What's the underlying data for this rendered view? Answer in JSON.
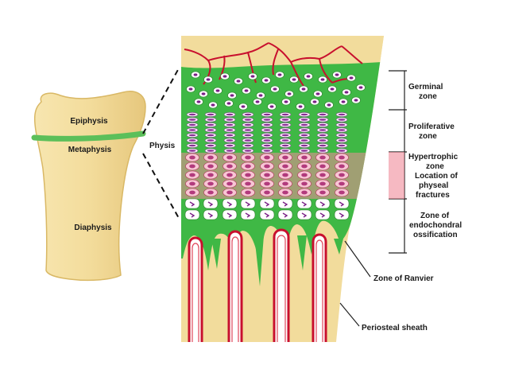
{
  "labels": {
    "epiphysis": "Epiphysis",
    "metaphysis": "Metaphysis",
    "diaphysis": "Diaphysis",
    "physis": "Physis",
    "germinal": [
      "Germinal",
      "zone"
    ],
    "proliferative": [
      "Proliferative",
      "zone"
    ],
    "hypertrophic": [
      "Hypertrophic",
      "zone"
    ],
    "fracture_location": [
      "Location of",
      "physeal",
      "fractures"
    ],
    "endochondral": [
      "Zone of",
      "endochondral",
      "ossification"
    ],
    "ranvier": "Zone of Ranvier",
    "periosteal": "Periosteal sheath"
  },
  "colors": {
    "bone": "#f2dc9c",
    "bone_edge": "#d9b865",
    "physis_green": "#5cbf5a",
    "cartilage_green": "#3fb845",
    "vessel_red": "#c8102e",
    "hypertrophic_highlight": "#f08a99",
    "cell_purple": "#7a1f86",
    "periosteum_grey": "#c9c9c9"
  }
}
